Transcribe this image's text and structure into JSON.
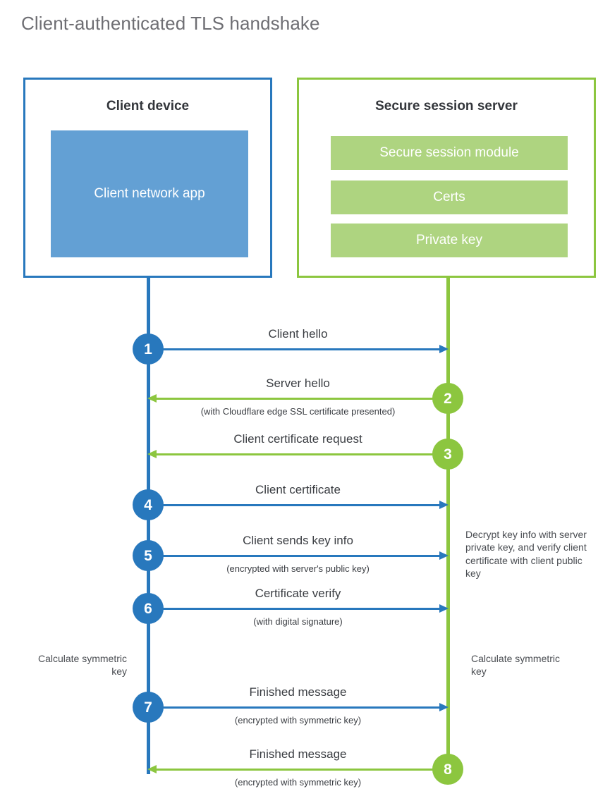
{
  "title": "Client-authenticated TLS handshake",
  "colors": {
    "blue": "#2878bd",
    "blue_fill": "#63a0d4",
    "green": "#8cc63f",
    "green_fill": "#aed480",
    "title_text": "#6e6e73",
    "body_text": "#3a3d42",
    "background": "#ffffff"
  },
  "client": {
    "title": "Client device",
    "app_block": "Client network app"
  },
  "server": {
    "title": "Secure session server",
    "blocks": [
      "Secure session module",
      "Certs",
      "Private key"
    ]
  },
  "steps": [
    {
      "number": "1",
      "label": "Client hello",
      "sublabel": "",
      "direction": "client-to-server",
      "color": "blue"
    },
    {
      "number": "2",
      "label": "Server hello",
      "sublabel": "(with Cloudflare edge SSL certificate presented)",
      "direction": "server-to-client",
      "color": "green"
    },
    {
      "number": "3",
      "label": "Client certificate request",
      "sublabel": "",
      "direction": "server-to-client",
      "color": "green"
    },
    {
      "number": "4",
      "label": "Client certificate",
      "sublabel": "",
      "direction": "client-to-server",
      "color": "blue"
    },
    {
      "number": "5",
      "label": "Client sends key info",
      "sublabel": "(encrypted with server's public key)",
      "direction": "client-to-server",
      "color": "blue"
    },
    {
      "number": "6",
      "label": "Certificate verify",
      "sublabel": "(with digital signature)",
      "direction": "client-to-server",
      "color": "blue"
    },
    {
      "number": "7",
      "label": "Finished message",
      "sublabel": "(encrypted with symmetric key)",
      "direction": "client-to-server",
      "color": "blue"
    },
    {
      "number": "8",
      "label": "Finished message",
      "sublabel": "(encrypted with symmetric key)",
      "direction": "server-to-client",
      "color": "green"
    }
  ],
  "annotations": {
    "server_decrypt": "Decrypt key info with server private key, and verify client certificate with client public key",
    "client_calculate": "Calculate symmetric key",
    "server_calculate": "Calculate symmetric key"
  }
}
